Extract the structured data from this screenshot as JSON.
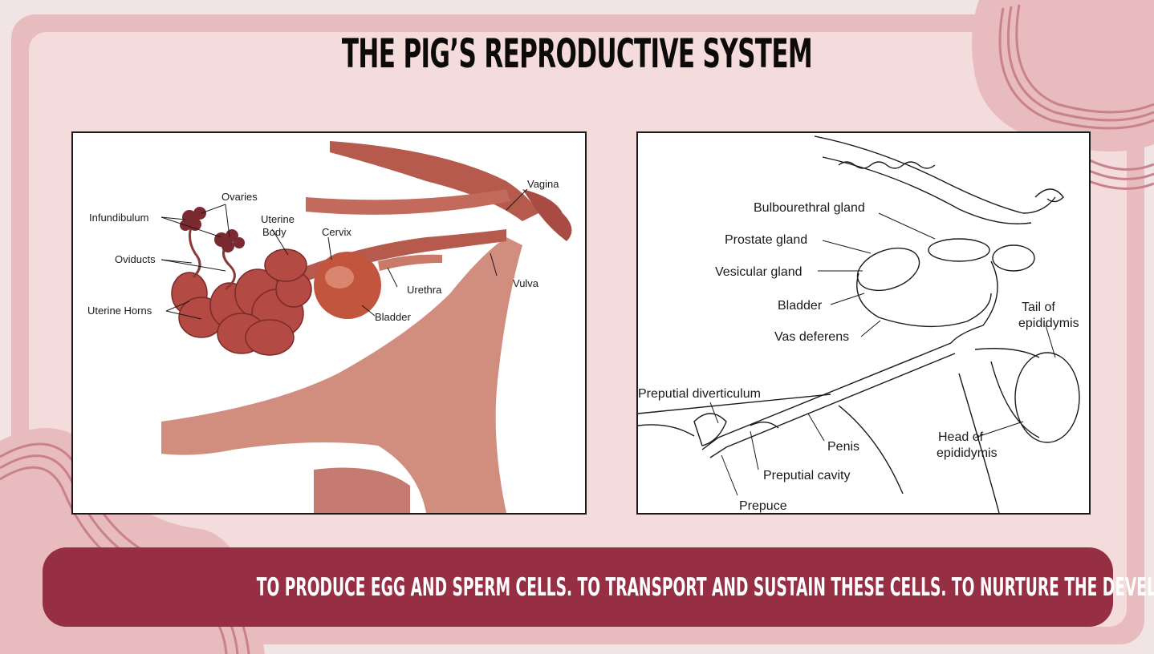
{
  "slide": {
    "title": "THE PIG’S REPRODUCTIVE SYSTEM",
    "banner_text": "TO PRODUCE EGG AND SPERM CELLS. TO TRANSPORT AND SUSTAIN THESE CELLS. TO NURTURE THE DEVELOPING OFFSPRING."
  },
  "female_diagram": {
    "labels": {
      "ovaries": "Ovaries",
      "infundibulum": "Infundibulum",
      "uterine_body_1": "Uterine",
      "uterine_body_2": "Body",
      "cervix": "Cervix",
      "vagina": "Vagina",
      "oviducts": "Oviducts",
      "urethra": "Urethra",
      "vulva": "Vulva",
      "uterine_horns": "Uterine Horns",
      "bladder": "Bladder"
    }
  },
  "male_diagram": {
    "labels": {
      "bulbourethral_gland": "Bulbourethral gland",
      "prostate_gland": "Prostate gland",
      "vesicular_gland": "Vesicular gland",
      "bladder": "Bladder",
      "vas_deferens": "Vas deferens",
      "tail_of_epididymis_1": "Tail of",
      "tail_of_epididymis_2": "epididymis",
      "preputial_diverticulum": "Preputial diverticulum",
      "penis": "Penis",
      "head_of_epididymis_1": "Head of",
      "head_of_epididymis_2": "epididymis",
      "preputial_cavity": "Preputial cavity",
      "prepuce": "Prepuce"
    }
  },
  "colors": {
    "banner": "#962f44",
    "frame": "#e8bcbe",
    "panel": "#f5dcdc",
    "tissue": "#b65a4e"
  }
}
